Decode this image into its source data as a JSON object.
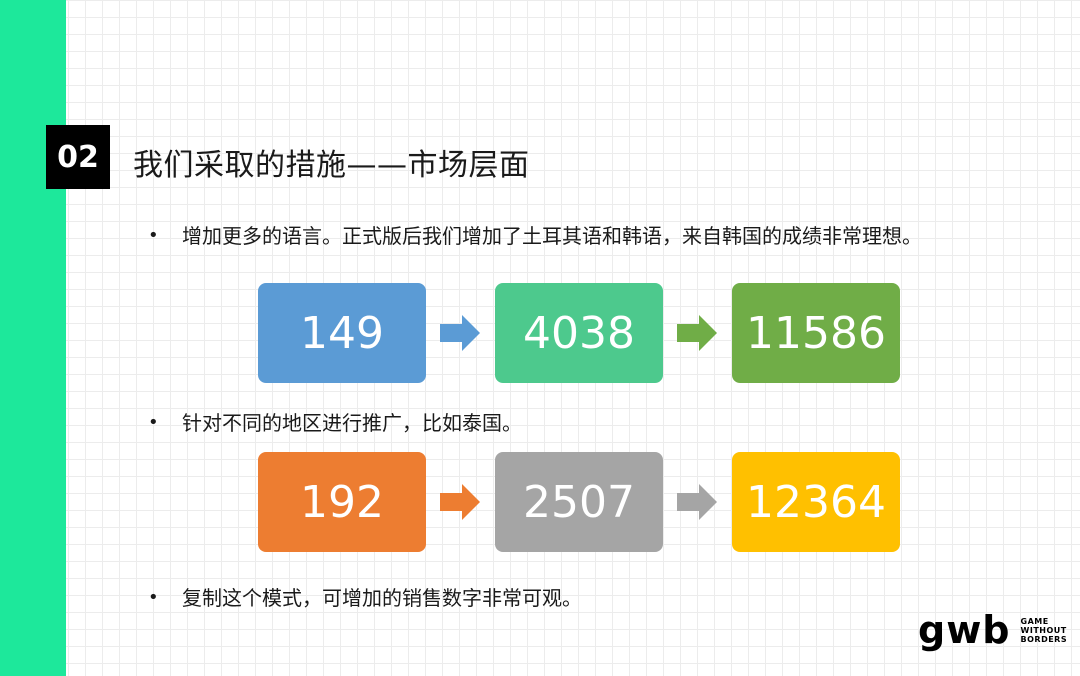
{
  "section": {
    "number": "02",
    "title": "我们采取的措施——市场层面"
  },
  "bullets": [
    {
      "marker": "•",
      "text": "增加更多的语言。正式版后我们增加了土耳其语和韩语，来自韩国的成绩非常理想。"
    },
    {
      "marker": "•",
      "text": "针对不同的地区进行推广，比如泰国。"
    },
    {
      "marker": "•",
      "text": "复制这个模式，可增加的销售数字非常可观。"
    }
  ],
  "flow_korea": {
    "values": [
      "149",
      "4038",
      "11586"
    ],
    "colors": [
      "#5b9bd5",
      "#4dc98d",
      "#70ad47"
    ],
    "arrow_colors": [
      "#5b9bd5",
      "#70ad47"
    ]
  },
  "flow_thailand": {
    "values": [
      "192",
      "2507",
      "12364"
    ],
    "colors": [
      "#ed7d31",
      "#a5a5a5",
      "#ffc000"
    ],
    "arrow_colors": [
      "#ed7d31",
      "#a5a5a5"
    ]
  },
  "logo": {
    "mark": "gwb",
    "line1": "GAME",
    "line2": "WITHOUT",
    "line3": "BORDERS"
  },
  "colors": {
    "accent": "#1de89b",
    "number_bg": "#000000"
  }
}
